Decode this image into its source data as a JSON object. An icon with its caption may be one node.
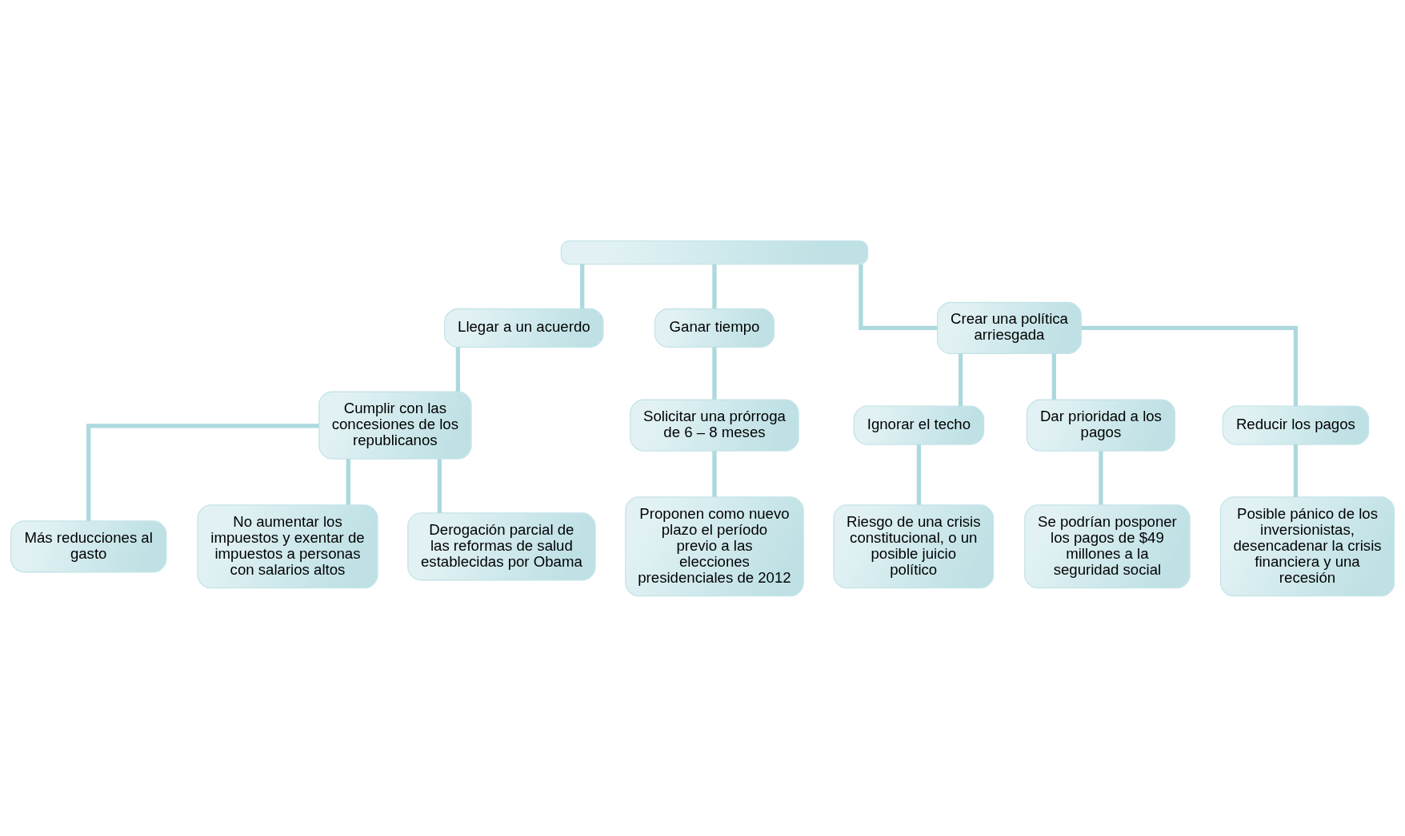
{
  "diagram": {
    "nodes": [
      {
        "text": [],
        "shape": "box"
      },
      {
        "text": [
          "Llegar a un acuerdo"
        ]
      },
      {
        "text": [
          "Ganar tiempo"
        ]
      },
      {
        "text": [
          "Crear una política arriesgada"
        ]
      },
      {
        "text": [
          "Cumplir con las concesiones de los republicanos"
        ]
      },
      {
        "text": [
          "Más reducciones al gasto"
        ]
      },
      {
        "text": [
          "No aumentar los impuestos y exentar de impuestos a personas con salarios altos"
        ]
      },
      {
        "text": [
          "Derogación parcial de las reformas de salud establecidas por Obama"
        ]
      },
      {
        "text": [
          "Solicitar una prórroga de 6 – 8 meses"
        ]
      },
      {
        "text": [
          "Proponen como nuevo plazo el período previo a las elecciones presidenciales de 2012"
        ]
      },
      {
        "text": [
          "Ignorar el techo"
        ]
      },
      {
        "text": [
          "Dar prioridad a los pagos"
        ]
      },
      {
        "text": [
          "Riesgo de una crisis constitucional, o un posible juicio político"
        ]
      },
      {
        "text": [
          "Se podrían posponer los pagos de $49 millones a la seguridad social"
        ]
      },
      {
        "text": [
          "Reducir los pagos"
        ]
      },
      {
        "text": [
          "Posible pánico de los inversionistas, desencadenar la crisis financiera y una recesión"
        ]
      }
    ],
    "edges": [
      {
        "from": 0,
        "to": 1,
        "arrow": "none"
      },
      {
        "from": 0,
        "to": 2,
        "arrow": "none"
      },
      {
        "from": 0,
        "to": 3,
        "arrow": "none"
      },
      {
        "from": 1,
        "to": 4,
        "arrow": "none"
      },
      {
        "from": 4,
        "to": 5,
        "arrow": "none"
      },
      {
        "from": 4,
        "to": 6,
        "arrow": "none"
      },
      {
        "from": 4,
        "to": 7,
        "arrow": "none"
      },
      {
        "from": 2,
        "to": 8,
        "arrow": "none"
      },
      {
        "from": 8,
        "to": 9,
        "arrow": "none"
      },
      {
        "from": 3,
        "to": 10,
        "arrow": "none"
      },
      {
        "from": 3,
        "to": 11,
        "arrow": "none"
      },
      {
        "from": 3,
        "to": 14,
        "arrow": "none"
      },
      {
        "from": 10,
        "to": 12,
        "arrow": "none"
      },
      {
        "from": 11,
        "to": 13,
        "arrow": "none"
      },
      {
        "from": 14,
        "to": 15,
        "arrow": "none"
      }
    ]
  }
}
